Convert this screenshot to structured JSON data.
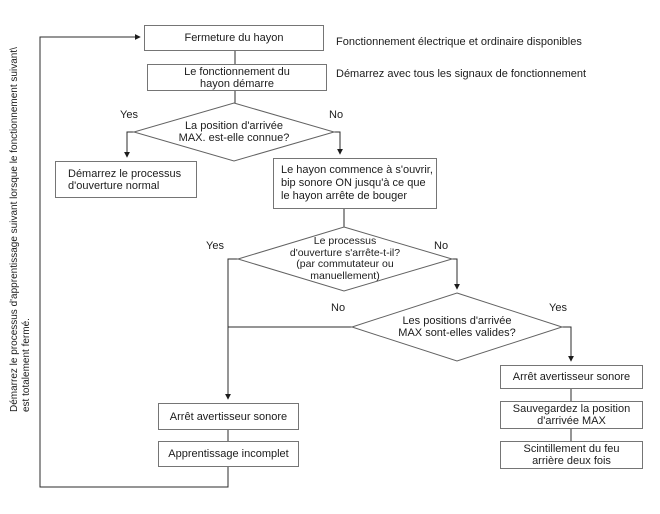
{
  "nodes": {
    "fermeture": {
      "label": "Fermeture du hayon"
    },
    "fonctionnement": {
      "label": "Le fonctionnement du\nhayon démarre"
    },
    "processus_normal": {
      "label": "Démarrez le processus\nd'ouverture normal"
    },
    "hayon_ouvre": {
      "label": "Le hayon commence à s'ouvrir,\nbip sonore ON jusqu'à ce que\nle hayon arrête de bouger"
    },
    "arret_sonore_gauche": {
      "label": "Arrêt avertisseur sonore"
    },
    "apprentissage_incomplet": {
      "label": "Apprentissage incomplet"
    },
    "arret_sonore_droite": {
      "label": "Arrêt avertisseur sonore"
    },
    "sauvegarde_position": {
      "label": "Sauvegardez la position\nd'arrivée MAX"
    },
    "scintillement_feu": {
      "label": "Scintillement du feu\narrière deux fois"
    }
  },
  "decisions": {
    "position_connue": {
      "label": "La position d'arrivée\nMAX. est-elle connue?",
      "yes": "Yes",
      "no": "No"
    },
    "processus_arrete": {
      "label": "Le processus\nd'ouverture s'arrête-t-il?\n(par commutateur ou\nmanuellement)",
      "yes": "Yes",
      "no": "No"
    },
    "positions_valides": {
      "label": "Les positions d'arrivée\nMAX sont-elles valides?",
      "yes": "Yes",
      "no": "No"
    }
  },
  "annotations": {
    "note_fonctionnement": "Fonctionnement électrique et ordinaire disponibles",
    "note_demarrez": "Démarrez avec tous les signaux de fonctionnement",
    "side_note": "Démarrez le processus d'apprentissage suivant lorsque le fonctionnement suivant\\\nest totalement fermé."
  },
  "colors": {
    "box_border": "#757575",
    "diamond_border": "#626262",
    "connector": "#2b2b2b",
    "text": "#1c1c1c"
  }
}
